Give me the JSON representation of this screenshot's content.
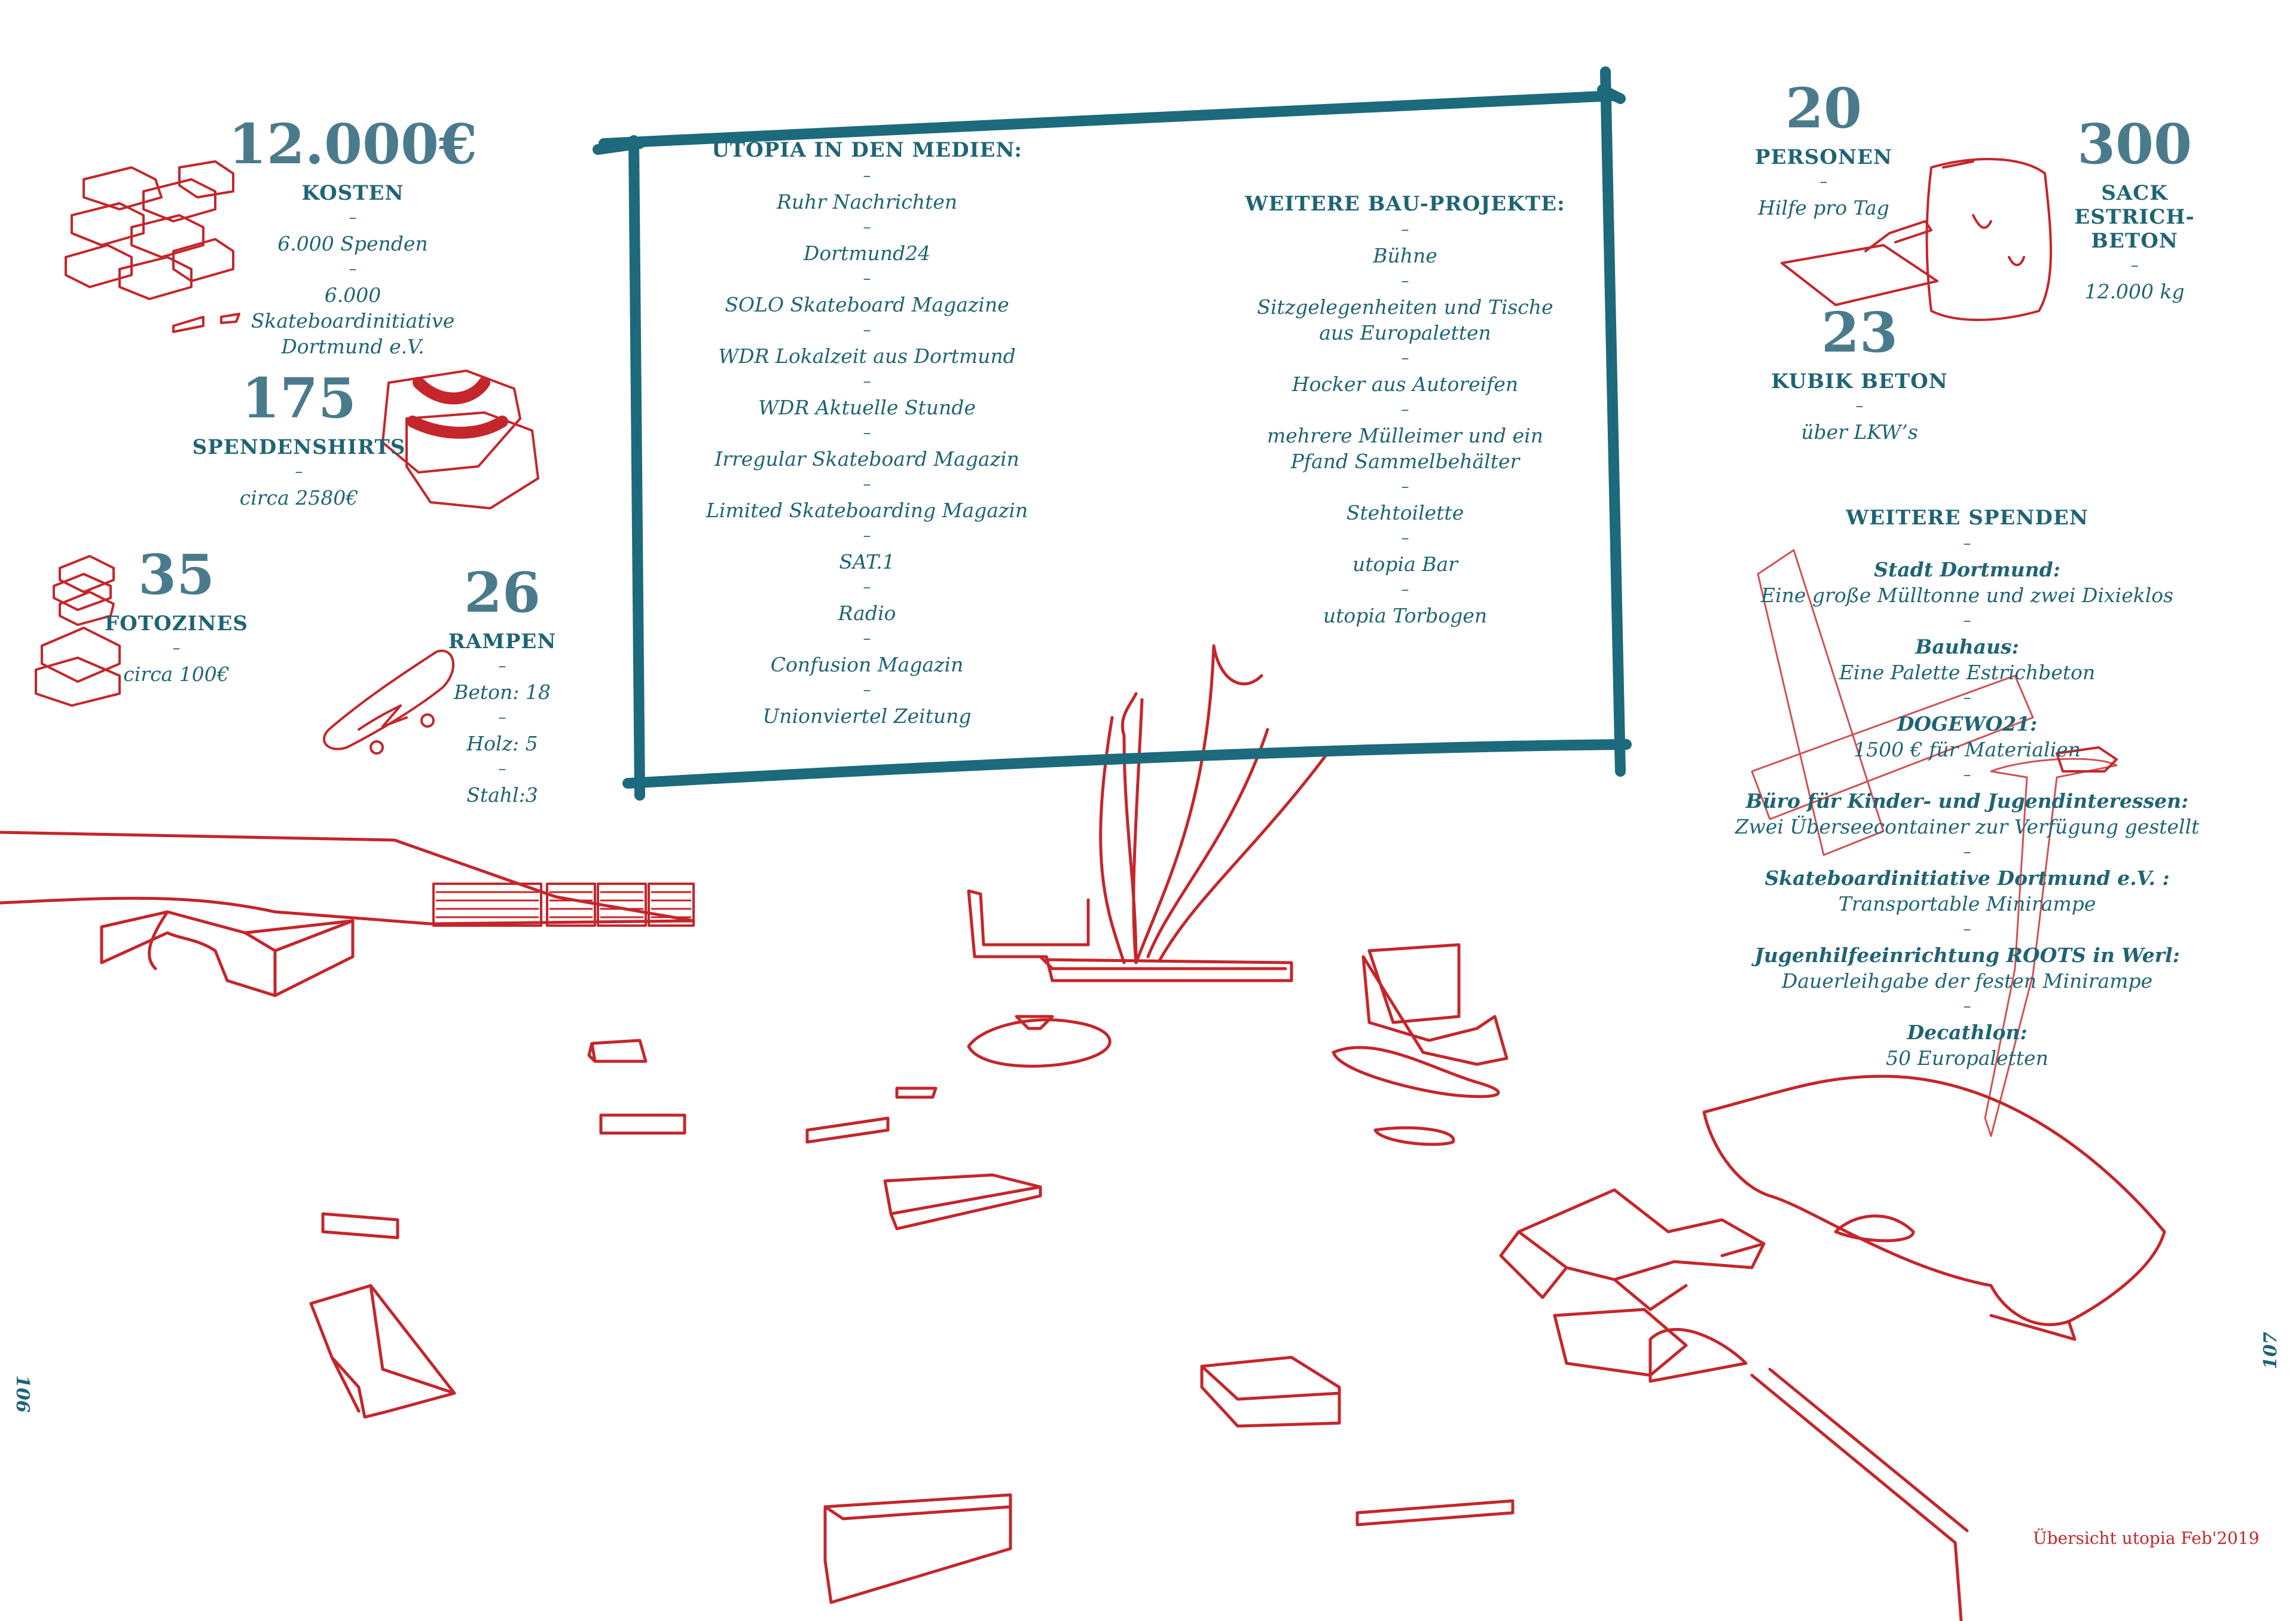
{
  "colors": {
    "teal": "#1f6474",
    "slate": "#4a7b8c",
    "red": "#c4262b",
    "frame": "#1c6a7b"
  },
  "kosten": {
    "number": "12.000€",
    "label": "KOSTEN",
    "lines": [
      "6.000 Spenden",
      "6.000 Skateboardinitiative Dortmund e.V."
    ]
  },
  "shirts": {
    "number": "175",
    "label": "SPENDENSHIRTS",
    "lines": [
      "circa 2580€"
    ]
  },
  "zines": {
    "number": "35",
    "label": "FOTOZINES",
    "lines": [
      "circa 100€"
    ]
  },
  "rampen": {
    "number": "26",
    "label": "RAMPEN",
    "lines": [
      "Beton: 18",
      "Holz: 5",
      "Stahl:3"
    ]
  },
  "medien": {
    "title": "UTOPIA IN DEN MEDIEN:",
    "items": [
      "Ruhr Nachrichten",
      "Dortmund24",
      "SOLO Skateboard Magazine",
      "WDR Lokalzeit aus Dortmund",
      "WDR Aktuelle Stunde",
      "Irregular Skateboard Magazin",
      "Limited Skateboarding Magazin",
      "SAT.1",
      "Radio",
      "Confusion Magazin",
      "Unionviertel Zeitung"
    ]
  },
  "bau": {
    "title": "WEITERE BAU-PROJEKTE:",
    "items": [
      "Bühne",
      "Sitzgelegenheiten und Tische aus Europaletten",
      "Hocker aus Autoreifen",
      "mehrere Mülleimer und ein Pfand Sammelbehälter",
      "Stehtoilette",
      "utopia Bar",
      "utopia Torbogen"
    ]
  },
  "personen": {
    "number": "20",
    "label": "PERSONEN",
    "lines": [
      "Hilfe pro Tag"
    ]
  },
  "sack": {
    "number": "300",
    "label": "SACK ESTRICH-BETON",
    "lines": [
      "12.000 kg"
    ]
  },
  "kubik": {
    "number": "23",
    "label": "KUBIK BETON",
    "lines": [
      "über LKW’s"
    ]
  },
  "spenden": {
    "title": "WEITERE SPENDEN",
    "entries": [
      {
        "who": "Stadt Dortmund:",
        "what": "Eine große Mülltonne und zwei Dixieklos"
      },
      {
        "who": "Bauhaus:",
        "what": "Eine Palette Estrichbeton"
      },
      {
        "who": "DOGEWO21:",
        "what": "1500 € für Materialien"
      },
      {
        "who": "Büro für Kinder- und Jugendinteressen:",
        "what": "Zwei Überseecontainer zur Verfügung gestellt"
      },
      {
        "who": "Skateboardinitiative Dortmund e.V. :",
        "what": "Transportable Minirampe"
      },
      {
        "who": "Jugenhilfeeinrichtung ROOTS in Werl:",
        "what": "Dauerleihgabe der festen Minirampe"
      },
      {
        "who": "Decathlon:",
        "what": "50 Europaletten"
      }
    ]
  },
  "pages": {
    "left": "106",
    "right": "107"
  },
  "caption": "Übersicht utopia Feb'2019",
  "dash": "–"
}
